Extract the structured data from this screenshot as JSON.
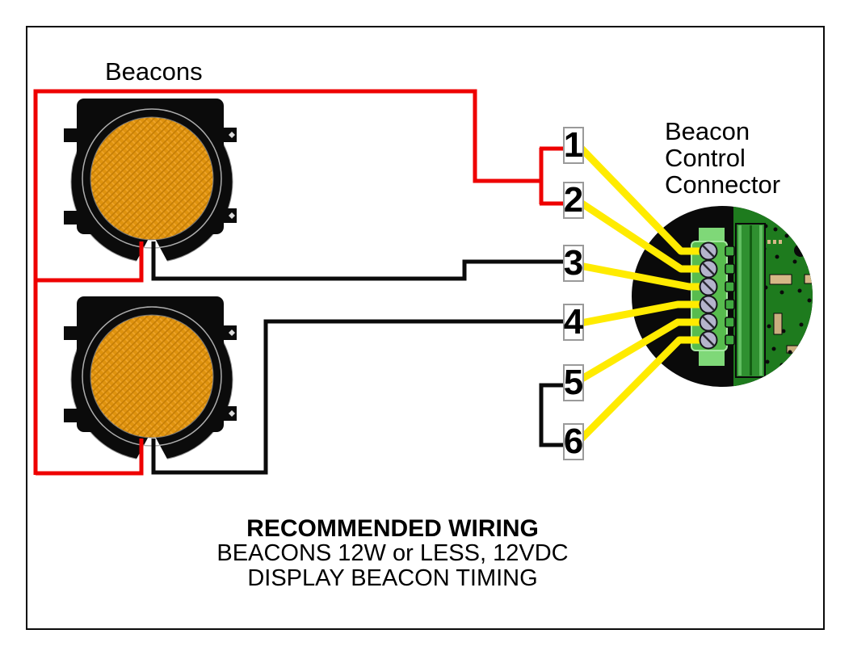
{
  "diagram": {
    "beacons_label": "Beacons",
    "connector_label": "Beacon\nControl\nConnector",
    "terminals": [
      "1",
      "2",
      "3",
      "4",
      "5",
      "6"
    ],
    "caption": {
      "line1": "RECOMMENDED WIRING",
      "line2": "BEACONS 12W or LESS, 12VDC",
      "line3": "DISPLAY BEACON TIMING"
    },
    "colors": {
      "positive_wire_red": "#ee0000",
      "negative_wire_black": "#0b0b0b",
      "terminal_wire_yellow": "#ffeb00",
      "beacon_lens_amber": "#df930e",
      "pcb_green": "#1e7b1e",
      "terminal_block_green": "#58bc4e",
      "screw_gray": "#b4b4cc"
    },
    "connections": [
      {
        "from": "beacon-1-positive",
        "to": "terminal-1",
        "color": "red"
      },
      {
        "from": "beacon-2-positive",
        "to": "terminal-2",
        "color": "red"
      },
      {
        "from": "beacon-1-negative",
        "to": "terminal-3",
        "color": "black"
      },
      {
        "from": "beacon-2-negative",
        "to": "terminal-4",
        "color": "black"
      },
      {
        "from": "terminal-5",
        "to": "terminal-6",
        "color": "black"
      },
      {
        "from": "terminal-1",
        "to": "connector-screw-1",
        "color": "yellow"
      },
      {
        "from": "terminal-2",
        "to": "connector-screw-2",
        "color": "yellow"
      },
      {
        "from": "terminal-3",
        "to": "connector-screw-3",
        "color": "yellow"
      },
      {
        "from": "terminal-4",
        "to": "connector-screw-4",
        "color": "yellow"
      },
      {
        "from": "terminal-5",
        "to": "connector-screw-5",
        "color": "yellow"
      },
      {
        "from": "terminal-6",
        "to": "connector-screw-6",
        "color": "yellow"
      }
    ]
  }
}
